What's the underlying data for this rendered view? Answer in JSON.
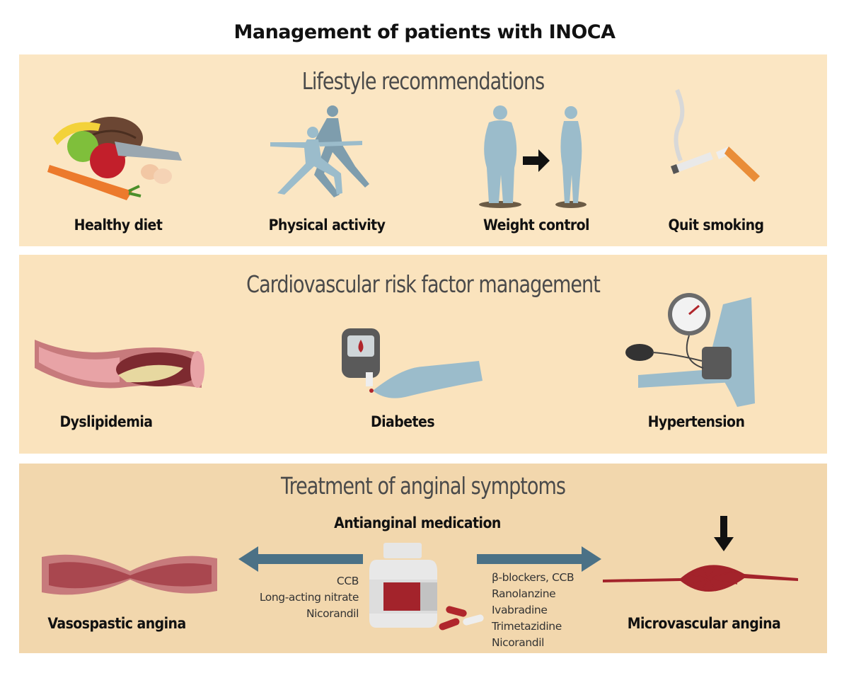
{
  "title": "Management of patients with INOCA",
  "panels": {
    "lifestyle": {
      "heading": "Lifestyle recommendations",
      "items": [
        "Healthy diet",
        "Physical activity",
        "Weight control",
        "Quit smoking"
      ]
    },
    "risk": {
      "heading": "Cardiovascular risk factor management",
      "items": [
        "Dyslipidemia",
        "Diabetes",
        "Hypertension"
      ]
    },
    "treatment": {
      "heading": "Treatment of anginal symptoms",
      "medication_label": "Antianginal medication",
      "left_label": "Vasospastic angina",
      "right_label": "Microvascular angina",
      "left_meds": [
        "CCB",
        "Long-acting nitrate",
        "Nicorandil"
      ],
      "right_meds": [
        "β-blockers, CCB",
        "Ranolanzine",
        "Ivabradine",
        "Trimetazidine",
        "Nicorandil"
      ]
    }
  },
  "colors": {
    "panel_top": "#fbe6c3",
    "panel_mid": "#fae3bd",
    "panel_bottom": "#f2d7ad",
    "silhouette": "#9bbccb",
    "arrow": "#4b7186",
    "artery": "#c77a7c",
    "vessel_red": "#a3232b"
  }
}
